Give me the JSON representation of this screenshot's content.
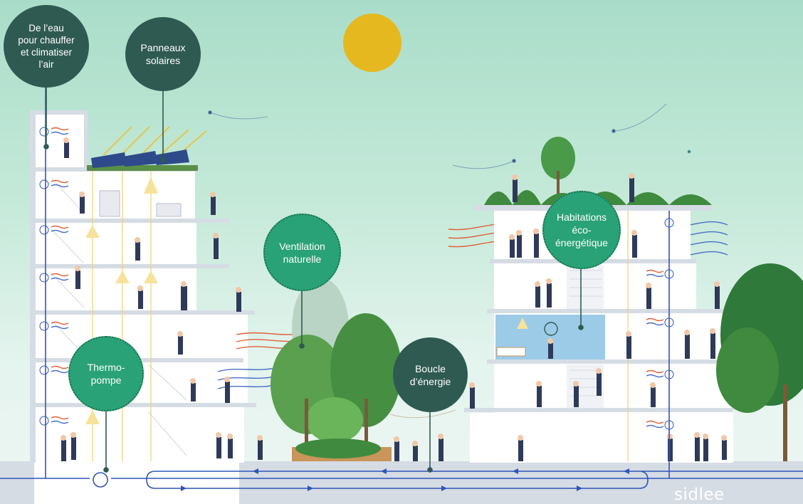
{
  "diagram": {
    "labels": {
      "water": "De l’eau\npour chauffer\net climatiser\nl’air",
      "solar": "Panneaux\nsolaires",
      "ventilation": "Ventilation\nnaturelle",
      "housing": "Habitations\néco-\nénergétique",
      "heat_pump": "Thermo-\npompe",
      "energy_loop": "Boucle\nd’énergie"
    },
    "logo": "sidlee",
    "colors": {
      "sky_top": "#a9ddc9",
      "sun": "#e6b820",
      "bubble_dark": "#2f5a52",
      "bubble_green": "#2aa277",
      "pipe_blue": "#2f55b8",
      "warm_air": "#e0603a",
      "cool_air": "#4a6fc8",
      "light_ray": "#f0d060",
      "building": "#ffffff",
      "floor": "#d6dce4",
      "foliage": "#4a9a4a",
      "wood": "#c9955a",
      "glass_room": "#9ccbe8"
    }
  }
}
